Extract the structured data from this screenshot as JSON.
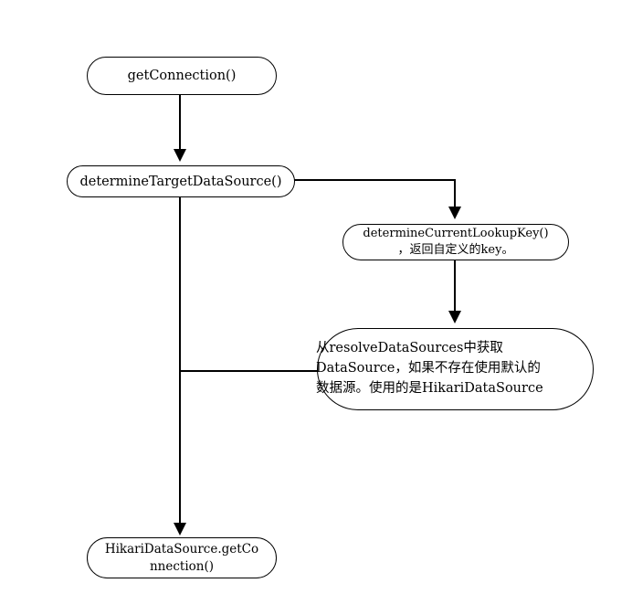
{
  "diagram": {
    "title": "Spring AbstractRoutingDataSource getConnection flow",
    "background_color": "#ffffff",
    "stroke_color": "#000000",
    "text_color": "#000000"
  },
  "nodes": {
    "get_connection": {
      "label": "getConnection()",
      "shape": "rounded-pill"
    },
    "determine_target": {
      "label": "determineTargetDataSource()",
      "shape": "rounded-pill"
    },
    "lookup_key": {
      "label": "determineCurrentLookupKey()\n，返回自定义的key。",
      "shape": "rounded-pill"
    },
    "resolve_datasources": {
      "label": "从resolveDataSources中获取\nDataSource，如果不存在使用默认的\n数据源。使用的是HikariDataSource",
      "shape": "rounded-pill"
    },
    "hikari_get_connection": {
      "label": "HikariDataSource.getCo\nnnection()",
      "shape": "rounded-pill"
    }
  },
  "edges": [
    {
      "name": "get-connection-to-determine-target",
      "from": "get_connection",
      "to": "determine_target",
      "arrow": "down",
      "label": ""
    },
    {
      "name": "determine-target-to-lookup-key",
      "from": "determine_target",
      "to": "lookup_key",
      "arrow": "down",
      "label": ""
    },
    {
      "name": "lookup-key-to-resolve-datasources",
      "from": "lookup_key",
      "to": "resolve_datasources",
      "arrow": "down",
      "label": ""
    },
    {
      "name": "resolve-datasources-return-to-trunk",
      "from": "resolve_datasources",
      "to": "determine_target",
      "arrow": "none",
      "label": ""
    },
    {
      "name": "determine-target-to-hikari-get-connection",
      "from": "determine_target",
      "to": "hikari_get_connection",
      "arrow": "down",
      "label": ""
    }
  ]
}
